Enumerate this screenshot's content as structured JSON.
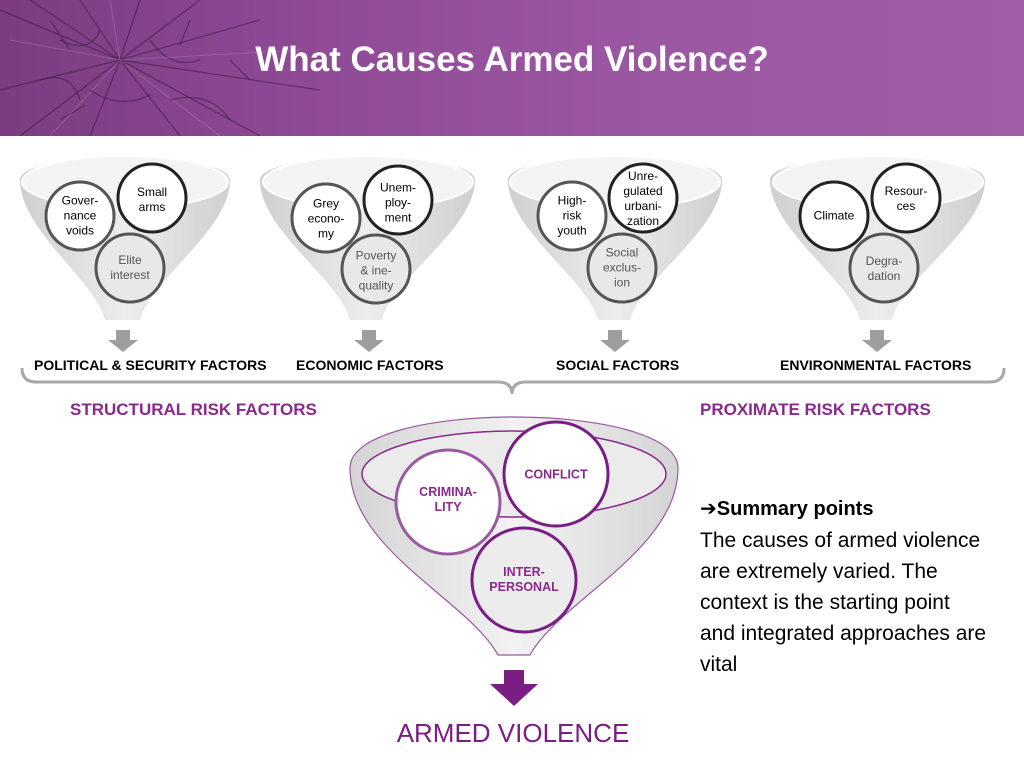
{
  "title": "What Causes Armed Violence?",
  "funnels": [
    {
      "label": "POLITICAL & SECURITY FACTORS",
      "circles": [
        "Gover-\nnance\nvoids",
        "Small\narms",
        "Elite\ninterest"
      ]
    },
    {
      "label": "ECONOMIC FACTORS",
      "circles": [
        "Grey\necono-\nmy",
        "Unem-\nploy-\nment",
        "Poverty\n& ine-\nquality"
      ]
    },
    {
      "label": "SOCIAL FACTORS",
      "circles": [
        "High-\nrisk\nyouth",
        "Unre-\ngulated\nurbani-\nzation",
        "Social\nexclus-\nion"
      ]
    },
    {
      "label": "ENVIRONMENTAL FACTORS",
      "circles": [
        "Climate",
        "Resour-\nces",
        "Degra-\ndation"
      ]
    }
  ],
  "risk_labels": {
    "structural": "STRUCTURAL RISK FACTORS",
    "proximate": "PROXIMATE RISK FACTORS"
  },
  "main_funnel": {
    "circles": [
      "CRIMINA-\nLITY",
      "CONFLICT",
      "INTER-\nPERSONAL"
    ]
  },
  "summary": {
    "heading": "Summary points",
    "body": "The causes of armed violence are extremely varied. The context is the starting point and integrated approaches are vital"
  },
  "outcome": "ARMED VIOLENCE",
  "colors": {
    "header": "#8f4a96",
    "accent": "#8a2a8c",
    "outcome": "#7a1e84",
    "funnel_fill": "#e6e6e6",
    "arrow_grey": "#9e9e9e"
  }
}
